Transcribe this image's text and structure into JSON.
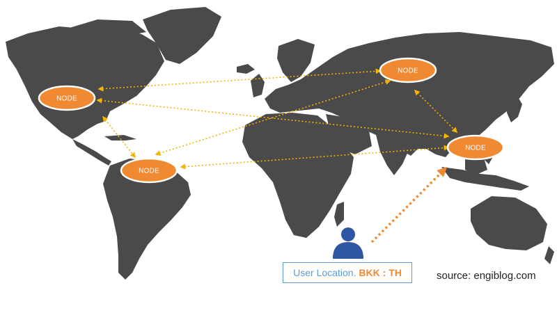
{
  "nodes": [
    {
      "id": "north-america",
      "label": "NODE"
    },
    {
      "id": "south-america",
      "label": "NODE"
    },
    {
      "id": "russia",
      "label": "NODE"
    },
    {
      "id": "southeast-asia",
      "label": "NODE"
    }
  ],
  "user": {
    "location_label": "User Location.",
    "location_value": "BKK : TH",
    "icon": "user-icon"
  },
  "source_text": "source: engiblog.com",
  "colors": {
    "land": "#4a4a4a",
    "node_fill": "#ef8a33",
    "node_stroke": "#ffffff",
    "link": "#f5b400",
    "user_link": "#ef8a33",
    "user_icon": "#2f56a1",
    "location_border": "#5b9bd5"
  }
}
